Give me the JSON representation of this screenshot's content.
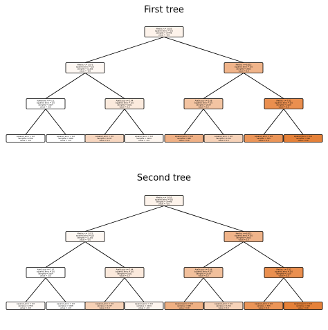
{
  "trees": [
    {
      "title": "First tree",
      "nodes": [
        {
          "id": "t1n0",
          "fill": "#fdf3eb",
          "lines": [
            "MedInc <= 5.035",
            "squared_error = 0.0",
            "samples = 14448",
            "value = -0.0"
          ]
        },
        {
          "id": "t1n1",
          "fill": "#fef8f3",
          "lines": [
            "MedInc <= 3.075",
            "squared_error = 0.0",
            "samples = 11385",
            "value = -0.0"
          ]
        },
        {
          "id": "t1n2",
          "fill": "#f0b48a",
          "lines": [
            "MedInc <= 6.815",
            "squared_error = 0.0",
            "samples = 3063",
            "value = 0.0"
          ]
        },
        {
          "id": "t1n3",
          "fill": "#ffffff",
          "lines": [
            "AveRooms <= 4.31",
            "squared_error = 0.0",
            "samples = 5804",
            "value = -0.0"
          ]
        },
        {
          "id": "t1n4",
          "fill": "#fbeadd",
          "lines": [
            "AveOccup <= 2.44",
            "squared_error = 0.0",
            "samples = 5581",
            "value = 0.0"
          ]
        },
        {
          "id": "t1n5",
          "fill": "#f3c4a2",
          "lines": [
            "AveOccup <= 2.68",
            "squared_error = 0.0",
            "samples = 2034",
            "value = 0.0"
          ]
        },
        {
          "id": "t1n6",
          "fill": "#ea8f4f",
          "lines": [
            "MedInc <= 7.82",
            "squared_error = 0.0",
            "samples = 1029",
            "value = 0.0"
          ]
        },
        {
          "id": "t1n7",
          "fill": "#ffffff",
          "lines": [
            "squared_error = 0.0",
            "samples = 2356",
            "value = -0.0"
          ]
        },
        {
          "id": "t1n8",
          "fill": "#ffffff",
          "lines": [
            "squared_error = 0.0",
            "samples = 3448",
            "value = -0.0"
          ]
        },
        {
          "id": "t1n9",
          "fill": "#f7d6bf",
          "lines": [
            "squared_error = 0.0",
            "samples = 1437",
            "value = 0.0"
          ]
        },
        {
          "id": "t1n10",
          "fill": "#fdf6f0",
          "lines": [
            "squared_error = 0.0",
            "samples = 4144",
            "value = -0.0"
          ]
        },
        {
          "id": "t1n11",
          "fill": "#efb085",
          "lines": [
            "squared_error = 0.0",
            "samples = 880",
            "value = 0.0"
          ]
        },
        {
          "id": "t1n12",
          "fill": "#f6d2b8",
          "lines": [
            "squared_error = 0.0",
            "samples = 1154",
            "value = 0.0"
          ]
        },
        {
          "id": "t1n13",
          "fill": "#eb9558",
          "lines": [
            "squared_error = 0.0",
            "samples = 535",
            "value = 0.0"
          ]
        },
        {
          "id": "t1n14",
          "fill": "#e58139",
          "lines": [
            "squared_error = 0.0",
            "samples = 494",
            "value = 0.0"
          ]
        }
      ]
    },
    {
      "title": "Second tree",
      "nodes": [
        {
          "id": "t2n0",
          "fill": "#fdf3eb",
          "lines": [
            "MedInc <= 5.035",
            "squared_error = 0.0",
            "samples = 14448",
            "value = -0.0"
          ]
        },
        {
          "id": "t2n1",
          "fill": "#fef8f3",
          "lines": [
            "MedInc <= 3.075",
            "squared_error = 0.0",
            "samples = 11385",
            "value = -0.0"
          ]
        },
        {
          "id": "t2n2",
          "fill": "#f0b48a",
          "lines": [
            "MedInc <= 6.815",
            "squared_error = 0.0",
            "samples = 3063",
            "value = 0.0"
          ]
        },
        {
          "id": "t2n3",
          "fill": "#ffffff",
          "lines": [
            "AveOccup <= 2.97",
            "squared_error = 0.0",
            "samples = 5804",
            "value = -0.0"
          ]
        },
        {
          "id": "t2n4",
          "fill": "#fbe9dc",
          "lines": [
            "AveOccup <= 2.44",
            "squared_error = 0.0",
            "samples = 5581",
            "value = 0.0"
          ]
        },
        {
          "id": "t2n5",
          "fill": "#f2c09c",
          "lines": [
            "AveOccup <= 2.68",
            "squared_error = 0.0",
            "samples = 2034",
            "value = 0.0"
          ]
        },
        {
          "id": "t2n6",
          "fill": "#ea8f4f",
          "lines": [
            "MedInc <= 7.82",
            "squared_error = 0.0",
            "samples = 1029",
            "value = 0.0"
          ]
        },
        {
          "id": "t2n7",
          "fill": "#fefaf7",
          "lines": [
            "squared_error = 0.0",
            "samples = 2356",
            "value = -0.0"
          ]
        },
        {
          "id": "t2n8",
          "fill": "#ffffff",
          "lines": [
            "squared_error = 0.0",
            "samples = 3448",
            "value = -0.0"
          ]
        },
        {
          "id": "t2n9",
          "fill": "#f6d1b6",
          "lines": [
            "squared_error = 0.0",
            "samples = 1437",
            "value = 0.0"
          ]
        },
        {
          "id": "t2n10",
          "fill": "#fdf5ef",
          "lines": [
            "squared_error = 0.0",
            "samples = 4144",
            "value = -0.0"
          ]
        },
        {
          "id": "t2n11",
          "fill": "#efb083",
          "lines": [
            "squared_error = 0.0",
            "samples = 880",
            "value = 0.0"
          ]
        },
        {
          "id": "t2n12",
          "fill": "#f6d3b9",
          "lines": [
            "squared_error = 0.0",
            "samples = 1154",
            "value = 0.0"
          ]
        },
        {
          "id": "t2n13",
          "fill": "#eb9558",
          "lines": [
            "squared_error = 0.0",
            "samples = 535",
            "value = 0.0"
          ]
        },
        {
          "id": "t2n14",
          "fill": "#e58139",
          "lines": [
            "squared_error = 0.0",
            "samples = 494",
            "value = 0.0"
          ]
        }
      ]
    }
  ]
}
